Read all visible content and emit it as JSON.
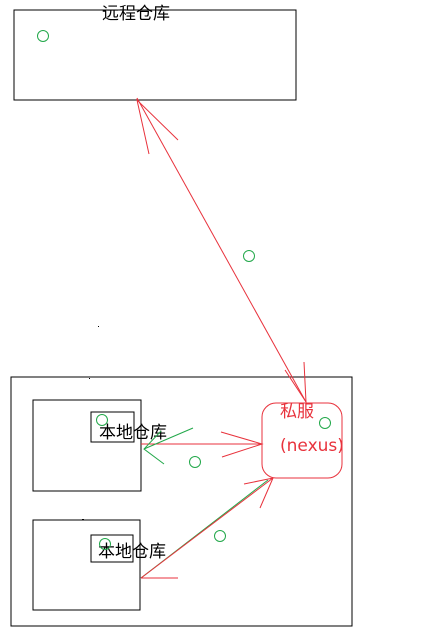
{
  "labels": {
    "remote_repo": "远程仓库",
    "local_repo_1": "本地仓库",
    "local_repo_2": "本地仓库",
    "private_server": "私服",
    "nexus": "(nexus)"
  },
  "colors": {
    "red": "#e8323c",
    "green": "#22a84a",
    "black": "#000000"
  }
}
